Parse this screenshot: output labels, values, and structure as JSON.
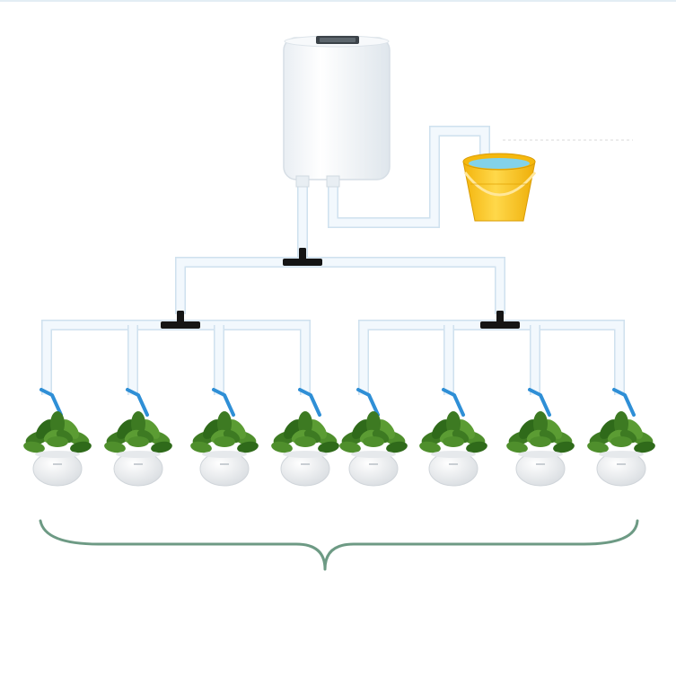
{
  "diagram": {
    "pump": {
      "name": "pump-unit",
      "display_visible": true
    },
    "reservoir": {
      "name": "water-bucket"
    },
    "branches": 2,
    "plants_per_branch": 4,
    "plant_count": 8
  },
  "colors": {
    "tube": "#f2f8fd",
    "tube_edge": "#cfe1ee",
    "connector": "#151515",
    "dripper": "#2f8fd6",
    "bucket": "#f7c21a",
    "bucket_water": "#7fd0e8",
    "leaf": "#3d7a22",
    "brace": "#6d9a84",
    "pot": "#f4f4f4"
  }
}
